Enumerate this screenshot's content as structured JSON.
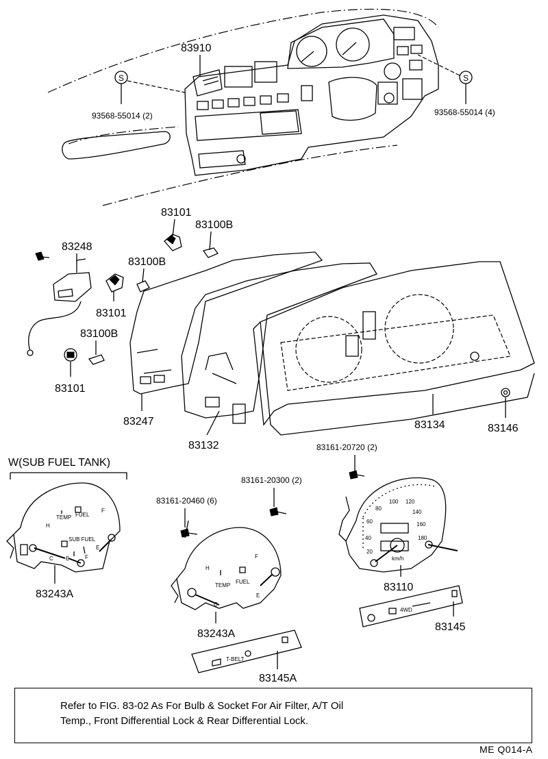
{
  "parts": {
    "p83910": "83910",
    "screw_left": "93568-55014 (2)",
    "screw_right": "93568-55014 (4)",
    "s_mark": "S",
    "p83101_top": "83101",
    "p83100B_top": "83100B",
    "p83248": "83248",
    "p83100B_mid": "83100B",
    "p83101_mid": "83101",
    "p83100B_low": "83100B",
    "p83101_low": "83101",
    "p83247": "83247",
    "p83132": "83132",
    "p83134": "83134",
    "p83146": "83146",
    "p83161_20720": "83161-20720 (2)",
    "p83161_20300": "83161-20300 (2)",
    "p83161_20460": "83161-20460 (6)",
    "p83243A_left": "83243A",
    "p83243A_mid": "83243A",
    "p83145A": "83145A",
    "p83110": "83110",
    "p83145": "83145"
  },
  "variant_label": "W(SUB  FUEL  TANK)",
  "gauge_marks": {
    "h": "H",
    "c": "C",
    "e": "E",
    "f": "F",
    "temp": "TEMP",
    "fuel": "FUEL",
    "sub_fuel": "SUB FUEL",
    "speed_ticks": [
      "20",
      "40",
      "60",
      "80",
      "100",
      "120",
      "140",
      "160",
      "180"
    ],
    "kmh": "km/h",
    "tbelt": "T-BELT",
    "four_wd": "4WD"
  },
  "note": "Refer to FIG. 83-02 As For Bulb & Socket For Air Filter, A/T Oil\nTemp., Front Differential Lock & Rear Differential Lock.",
  "doc_code": "ME  Q014-A"
}
